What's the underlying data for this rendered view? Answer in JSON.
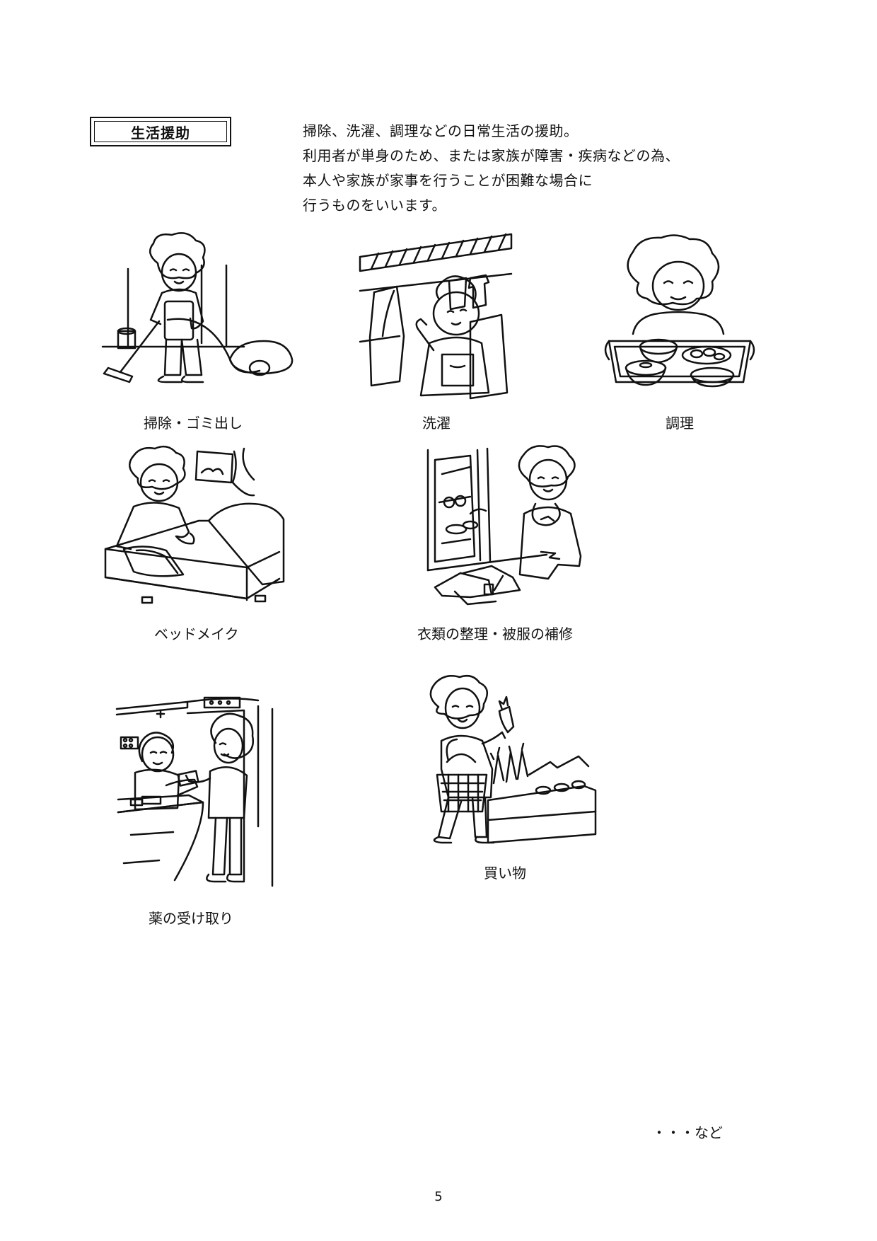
{
  "section": {
    "title": "生活援助",
    "intro_lines": [
      "掃除、洗濯、調理などの日常生活の援助。",
      "利用者が単身のため、または家族が障害・疾病などの為、",
      "本人や家族が家事を行うことが困難な場合に",
      "行うものをいいます。"
    ]
  },
  "items": [
    {
      "caption": "掃除・ゴミ出し",
      "icon": "vacuum-cleaning-illustration"
    },
    {
      "caption": "洗濯",
      "icon": "laundry-hanging-illustration"
    },
    {
      "caption": "調理",
      "icon": "meal-tray-illustration"
    },
    {
      "caption": "ベッドメイク",
      "icon": "bed-making-illustration"
    },
    {
      "caption": "衣類の整理・被服の補修",
      "icon": "clothes-sorting-illustration"
    },
    {
      "caption": "薬の受け取り",
      "icon": "pharmacy-pickup-illustration"
    },
    {
      "caption": "買い物",
      "icon": "shopping-illustration"
    }
  ],
  "footer": {
    "etc": "・・・など",
    "page_number": "5"
  }
}
